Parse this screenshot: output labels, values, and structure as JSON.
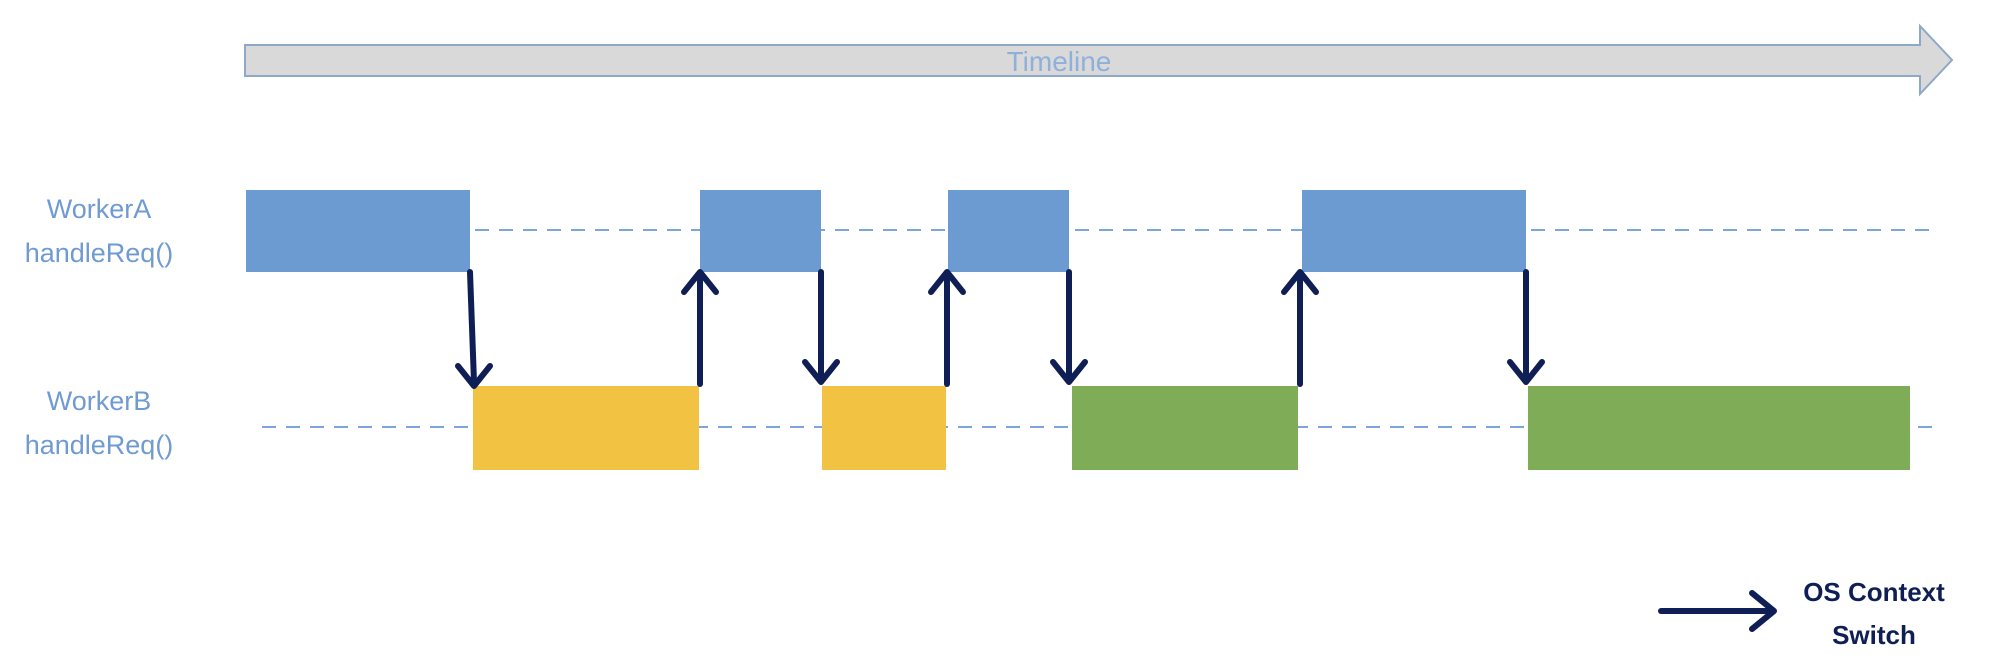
{
  "timeline": {
    "label": "Timeline"
  },
  "workers": [
    {
      "name": "WorkerA",
      "func": "handleReq()"
    },
    {
      "name": "WorkerB",
      "func": "handleReq()"
    }
  ],
  "legend": {
    "line1": "OS Context",
    "line2": "Switch"
  },
  "colors": {
    "workerA_block": "#6b9bd1",
    "workerB_first_request": "#f2c343",
    "workerB_second_request": "#7fac56",
    "context_switch_arrow": "#0f1f56",
    "dashed_line": "#7ea5db",
    "label_text": "#6f9bd2",
    "timeline_fill": "#d9d9d9",
    "timeline_stroke": "#8ea8c8"
  }
}
